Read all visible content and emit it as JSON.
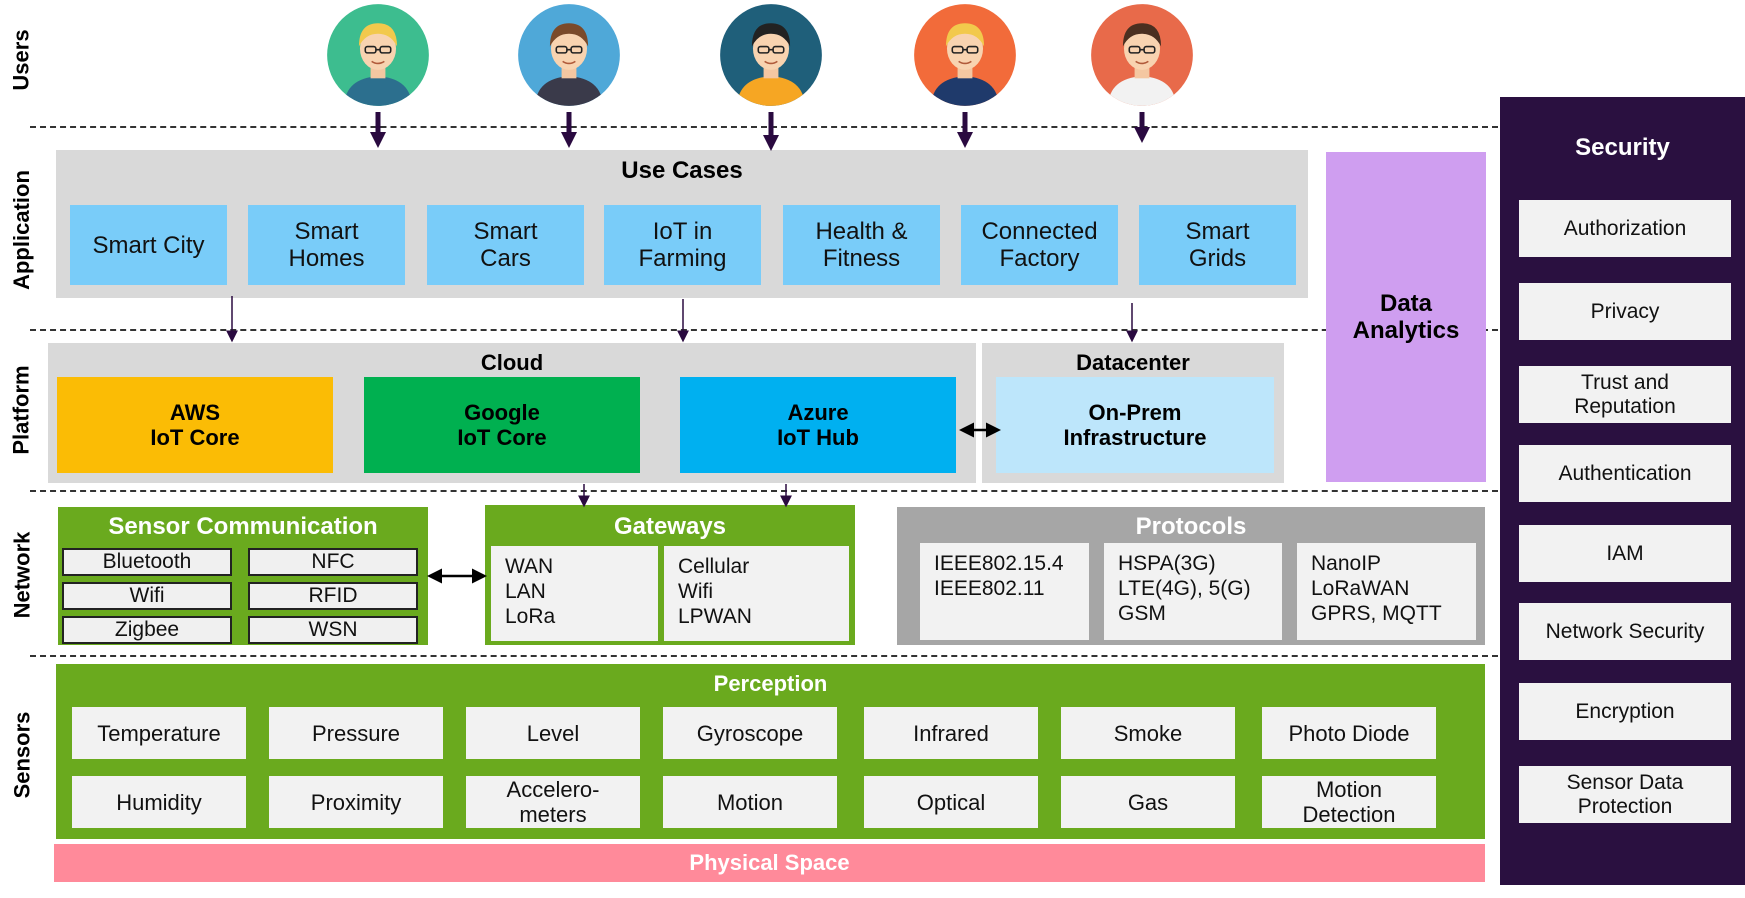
{
  "layers": {
    "users": "Users",
    "application": "Application",
    "platform": "Platform",
    "network": "Network",
    "sensors": "Sensors"
  },
  "users": [
    {
      "name": "user-1",
      "bg": "#3dbd8f",
      "hair": "#f2c94c",
      "shirt": "#2c6f8e"
    },
    {
      "name": "user-2",
      "bg": "#4fa8d8",
      "hair": "#7a4a2a",
      "shirt": "#3a3a4a"
    },
    {
      "name": "user-3",
      "bg": "#1f5f7a",
      "hair": "#222222",
      "shirt": "#f6a623"
    },
    {
      "name": "user-4",
      "bg": "#f26b3a",
      "hair": "#f2c94c",
      "shirt": "#1f3a6b"
    },
    {
      "name": "user-5",
      "bg": "#e86a4a",
      "hair": "#4a2f20",
      "shirt": "#f2f2f2"
    }
  ],
  "use_cases": {
    "title": "Use Cases",
    "items": [
      "Smart City",
      "Smart\nHomes",
      "Smart\nCars",
      "IoT in\nFarming",
      "Health &\nFitness",
      "Connected\nFactory",
      "Smart\nGrids"
    ]
  },
  "data_analytics": "Data\nAnalytics",
  "cloud": {
    "title": "Cloud",
    "aws": "AWS\nIoT Core",
    "google": "Google\nIoT Core",
    "azure": "Azure\nIoT Hub"
  },
  "datacenter": {
    "title": "Datacenter",
    "onprem": "On-Prem\nInfrastructure"
  },
  "sensor_comm": {
    "title": "Sensor Communication",
    "items": [
      "Bluetooth",
      "NFC",
      "Wifi",
      "RFID",
      "Zigbee",
      "WSN"
    ]
  },
  "gateways": {
    "title": "Gateways",
    "col1": "WAN\nLAN\nLoRa",
    "col2": "Cellular\nWifi\nLPWAN"
  },
  "protocols": {
    "title": "Protocols",
    "col1": "IEEE802.15.4\nIEEE802.11",
    "col2": "HSPA(3G)\nLTE(4G), 5(G)\nGSM",
    "col3": "NanoIP\nLoRaWAN\nGPRS, MQTT"
  },
  "perception": {
    "title": "Perception",
    "row1": [
      "Temperature",
      "Pressure",
      "Level",
      "Gyroscope",
      "Infrared",
      "Smoke",
      "Photo Diode"
    ],
    "row2": [
      "Humidity",
      "Proximity",
      "Accelero-\nmeters",
      "Motion",
      "Optical",
      "Gas",
      "Motion\nDetection"
    ]
  },
  "physical_space": "Physical Space",
  "security": {
    "title": "Security",
    "items": [
      "Authorization",
      "Privacy",
      "Trust and\nReputation",
      "Authentication",
      "IAM",
      "Network Security",
      "Encryption",
      "Sensor Data\nProtection"
    ]
  },
  "colors": {
    "use_case": "#79ccf9",
    "aws": "#fbbc05",
    "google": "#00b050",
    "azure": "#00b0f0",
    "onprem": "#bde6fb",
    "green": "#6aaa1e",
    "protocols": "#a6a6a6",
    "analytics": "#cf9ef0",
    "security": "#2a1040",
    "physical": "#ff8a9a",
    "arrow": "#2a0a40"
  }
}
